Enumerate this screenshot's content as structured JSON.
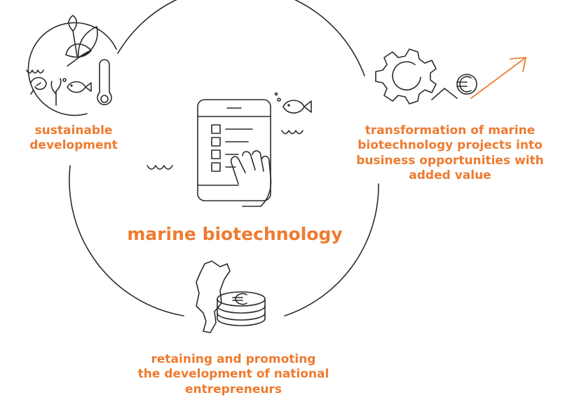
{
  "center_label": "marine biotechnology",
  "items": [
    {
      "lines": [
        "sustainable",
        "development"
      ]
    },
    {
      "lines": [
        "transformation of marine",
        "biotechnology projects into",
        "business opportunities with",
        "added value"
      ]
    },
    {
      "lines": [
        "retaining and promoting",
        "the development of national",
        "entrepreneurs"
      ]
    }
  ],
  "icons": {
    "sustainable": [
      "leaf-icon",
      "thermometer-icon",
      "fish-icon",
      "shrimp-icon",
      "seaweed-icon",
      "wave-icon"
    ],
    "transformation": [
      "gear-icon",
      "euro-icon",
      "trend-arrow-icon"
    ],
    "center": [
      "tablet-checklist-icon",
      "hand-icon",
      "fish-icon",
      "wave-icon"
    ],
    "retaining": [
      "portugal-map-icon",
      "coin-stack-icon",
      "euro-icon"
    ]
  },
  "colors": {
    "accent": "#f07d2e",
    "line": "#2b2b2b",
    "background": "#ffffff"
  }
}
